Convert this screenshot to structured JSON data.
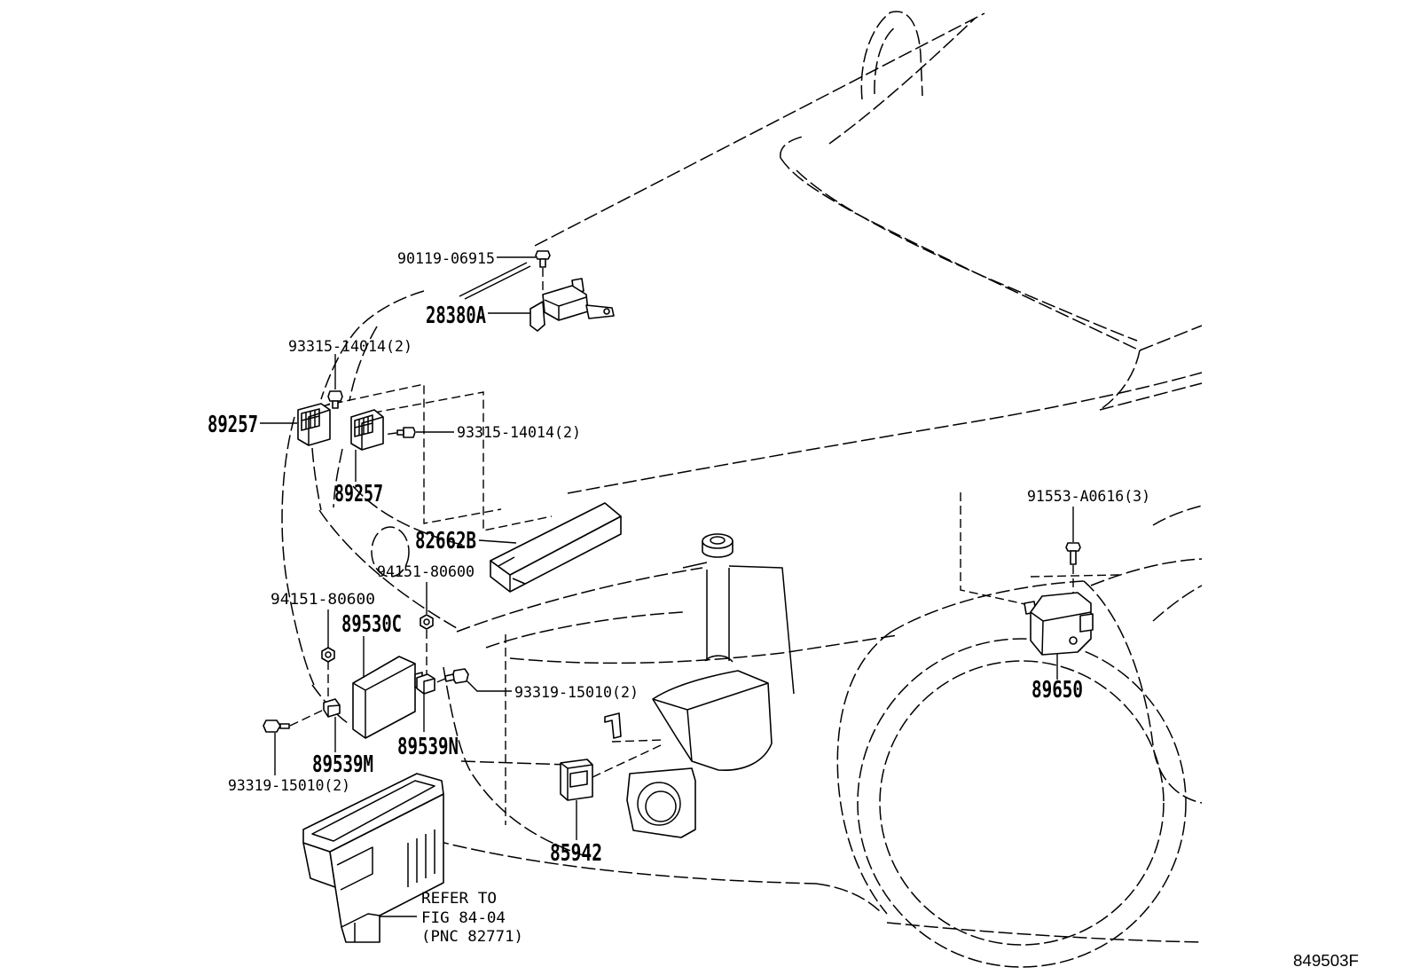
{
  "labels": {
    "bolt_90119": "90119-06915",
    "sensor_28380A": "28380A",
    "bolt_93315_upper": "93315-14014(2)",
    "sensor_89257_left": "89257",
    "bolt_93315_right": "93315-14014(2)",
    "sensor_89257_lower": "89257",
    "cover_82662B": "82662B",
    "nut_94151_right": "94151-80600",
    "nut_94151_left": "94151-80600",
    "unit_89530C": "89530C",
    "bolt_93319_right": "93319-15010(2)",
    "bracket_89539N": "89539N",
    "bracket_89539M": "89539M",
    "bolt_93319_left": "93319-15010(2)",
    "relay_85942": "85942",
    "bolt_91553": "91553-A0616(3)",
    "sensor_89650": "89650"
  },
  "reference_note": [
    "REFER TO",
    "FIG 84-04",
    "(PNC 82771)"
  ],
  "figure_id": "849503F",
  "colors": {
    "line": "#000000",
    "background": "#ffffff"
  }
}
